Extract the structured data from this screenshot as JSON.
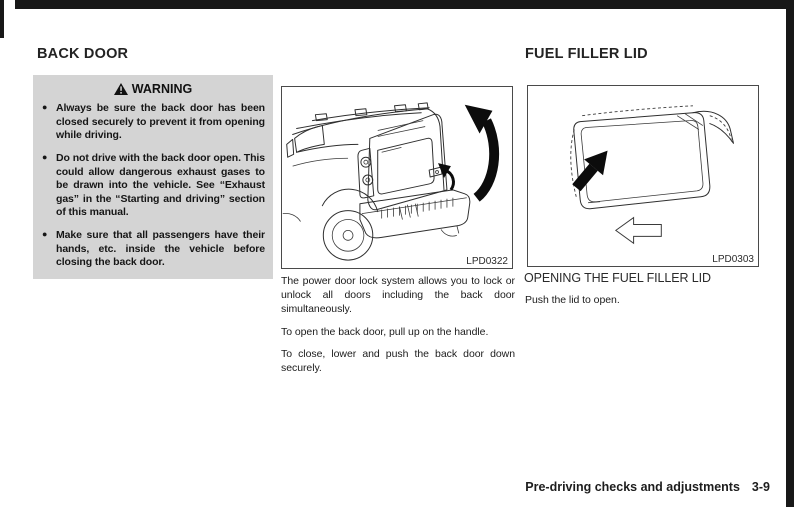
{
  "left_column": {
    "heading": "BACK DOOR",
    "warning": {
      "title": "WARNING",
      "items": [
        "Always be sure the back door has been closed securely to prevent it from opening while driving.",
        "Do not drive with the back door open. This could allow dangerous exhaust gases to be drawn into the vehicle. See “Exhaust gas” in the “Starting and driving” section of this manual.",
        "Make sure that all passengers have their hands, etc. inside the vehicle before closing the back door."
      ]
    }
  },
  "middle_column": {
    "figure_caption": "LPD0322",
    "paragraphs": [
      "The power door lock system allows you to lock or unlock all doors including the back door simultaneously.",
      "To open the back door, pull up on the handle.",
      "To close, lower and push the back door down securely."
    ]
  },
  "right_column": {
    "heading": "FUEL FILLER LID",
    "figure_caption": "LPD0303",
    "subheading": "OPENING THE FUEL FILLER LID",
    "body": "Push the lid to open."
  },
  "footer": {
    "section": "Pre-driving checks and adjustments",
    "page_number": "3-9"
  },
  "colors": {
    "warning_background": "#d4d4d4",
    "frame": "#181818",
    "figure_border": "#4a4a4a",
    "text": "#1d1d1d"
  }
}
